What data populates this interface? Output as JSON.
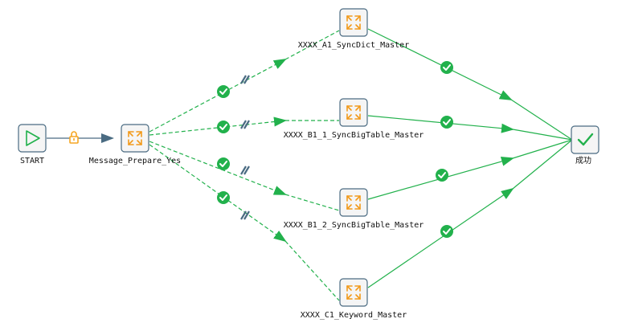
{
  "diagram": {
    "nodes": [
      {
        "id": "start",
        "label": "START",
        "kind": "start",
        "icon": "play-icon"
      },
      {
        "id": "prepare",
        "label": "Message_Prepare_Yes",
        "kind": "job",
        "icon": "expand-arrows-icon"
      },
      {
        "id": "a1",
        "label": "XXXX_A1_SyncDict_Master",
        "kind": "job",
        "icon": "expand-arrows-icon"
      },
      {
        "id": "b1_1",
        "label": "XXXX_B1_1_SyncBigTable_Master",
        "kind": "job",
        "icon": "expand-arrows-icon"
      },
      {
        "id": "b1_2",
        "label": "XXXX_B1_2_SyncBigTable_Master",
        "kind": "job",
        "icon": "expand-arrows-icon"
      },
      {
        "id": "c1",
        "label": "XXXX_C1_Keyword_Master",
        "kind": "job",
        "icon": "expand-arrows-icon"
      },
      {
        "id": "success",
        "label": "成功",
        "kind": "end",
        "icon": "checkmark-icon"
      }
    ],
    "edges": [
      {
        "from": "start",
        "to": "prepare",
        "style": "solid",
        "color": "#4a6b82",
        "badge": "lock-icon"
      },
      {
        "from": "prepare",
        "to": "a1",
        "style": "dashed",
        "color": "#22b14c",
        "badge": "check-circle-icon",
        "marker": "parallel-bars-icon"
      },
      {
        "from": "prepare",
        "to": "b1_1",
        "style": "dashed",
        "color": "#22b14c",
        "badge": "check-circle-icon",
        "marker": "parallel-bars-icon"
      },
      {
        "from": "prepare",
        "to": "b1_2",
        "style": "dashed",
        "color": "#22b14c",
        "badge": "check-circle-icon",
        "marker": "parallel-bars-icon"
      },
      {
        "from": "prepare",
        "to": "c1",
        "style": "dashed",
        "color": "#22b14c",
        "badge": "check-circle-icon",
        "marker": "parallel-bars-icon"
      },
      {
        "from": "a1",
        "to": "success",
        "style": "solid",
        "color": "#22b14c",
        "badge": "check-circle-icon"
      },
      {
        "from": "b1_1",
        "to": "success",
        "style": "solid",
        "color": "#22b14c",
        "badge": "check-circle-icon"
      },
      {
        "from": "b1_2",
        "to": "success",
        "style": "solid",
        "color": "#22b14c",
        "badge": "check-circle-icon"
      },
      {
        "from": "c1",
        "to": "success",
        "style": "solid",
        "color": "#22b14c",
        "badge": "check-circle-icon"
      }
    ]
  },
  "colors": {
    "success_green": "#22b14c",
    "link_blue": "#4a6b82",
    "lock_orange": "#f5a623",
    "job_icon_orange": "#f29a1b"
  }
}
